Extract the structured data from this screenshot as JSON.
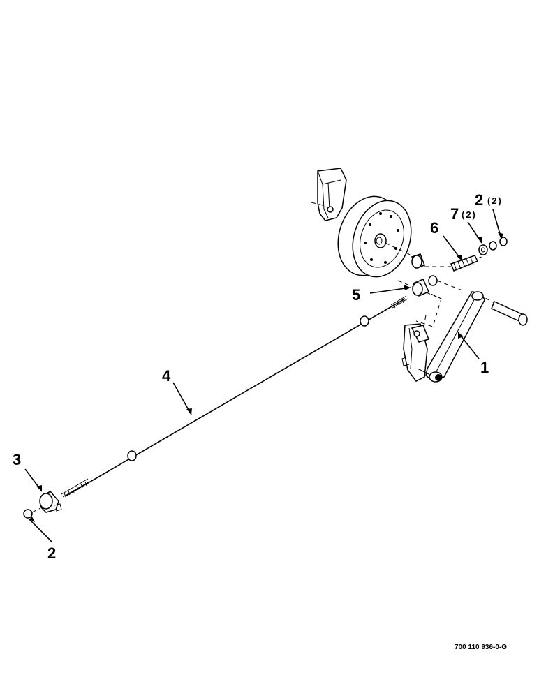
{
  "callouts": {
    "p1": "1",
    "p2_top": "2",
    "p2_top_qty": "(2)",
    "p7": "7",
    "p7_qty": "(2)",
    "p6": "6",
    "p5": "5",
    "p4": "4",
    "p3": "3",
    "p2_bottom": "2"
  },
  "drawing_number": "700 110 936-0-G"
}
